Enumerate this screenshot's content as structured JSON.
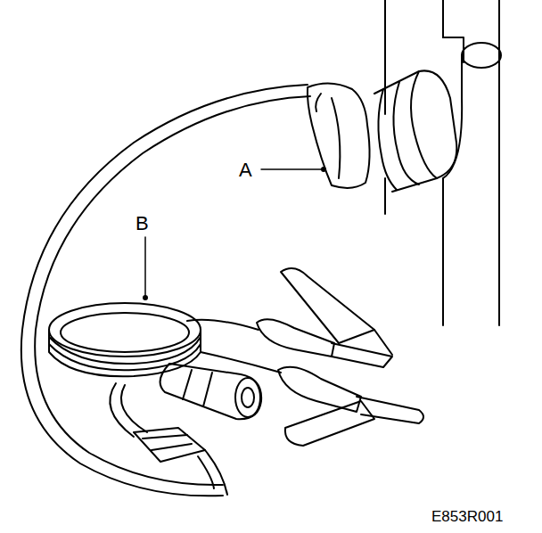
{
  "diagram": {
    "labels": [
      "A",
      "B",
      "E853R001"
    ]
  }
}
